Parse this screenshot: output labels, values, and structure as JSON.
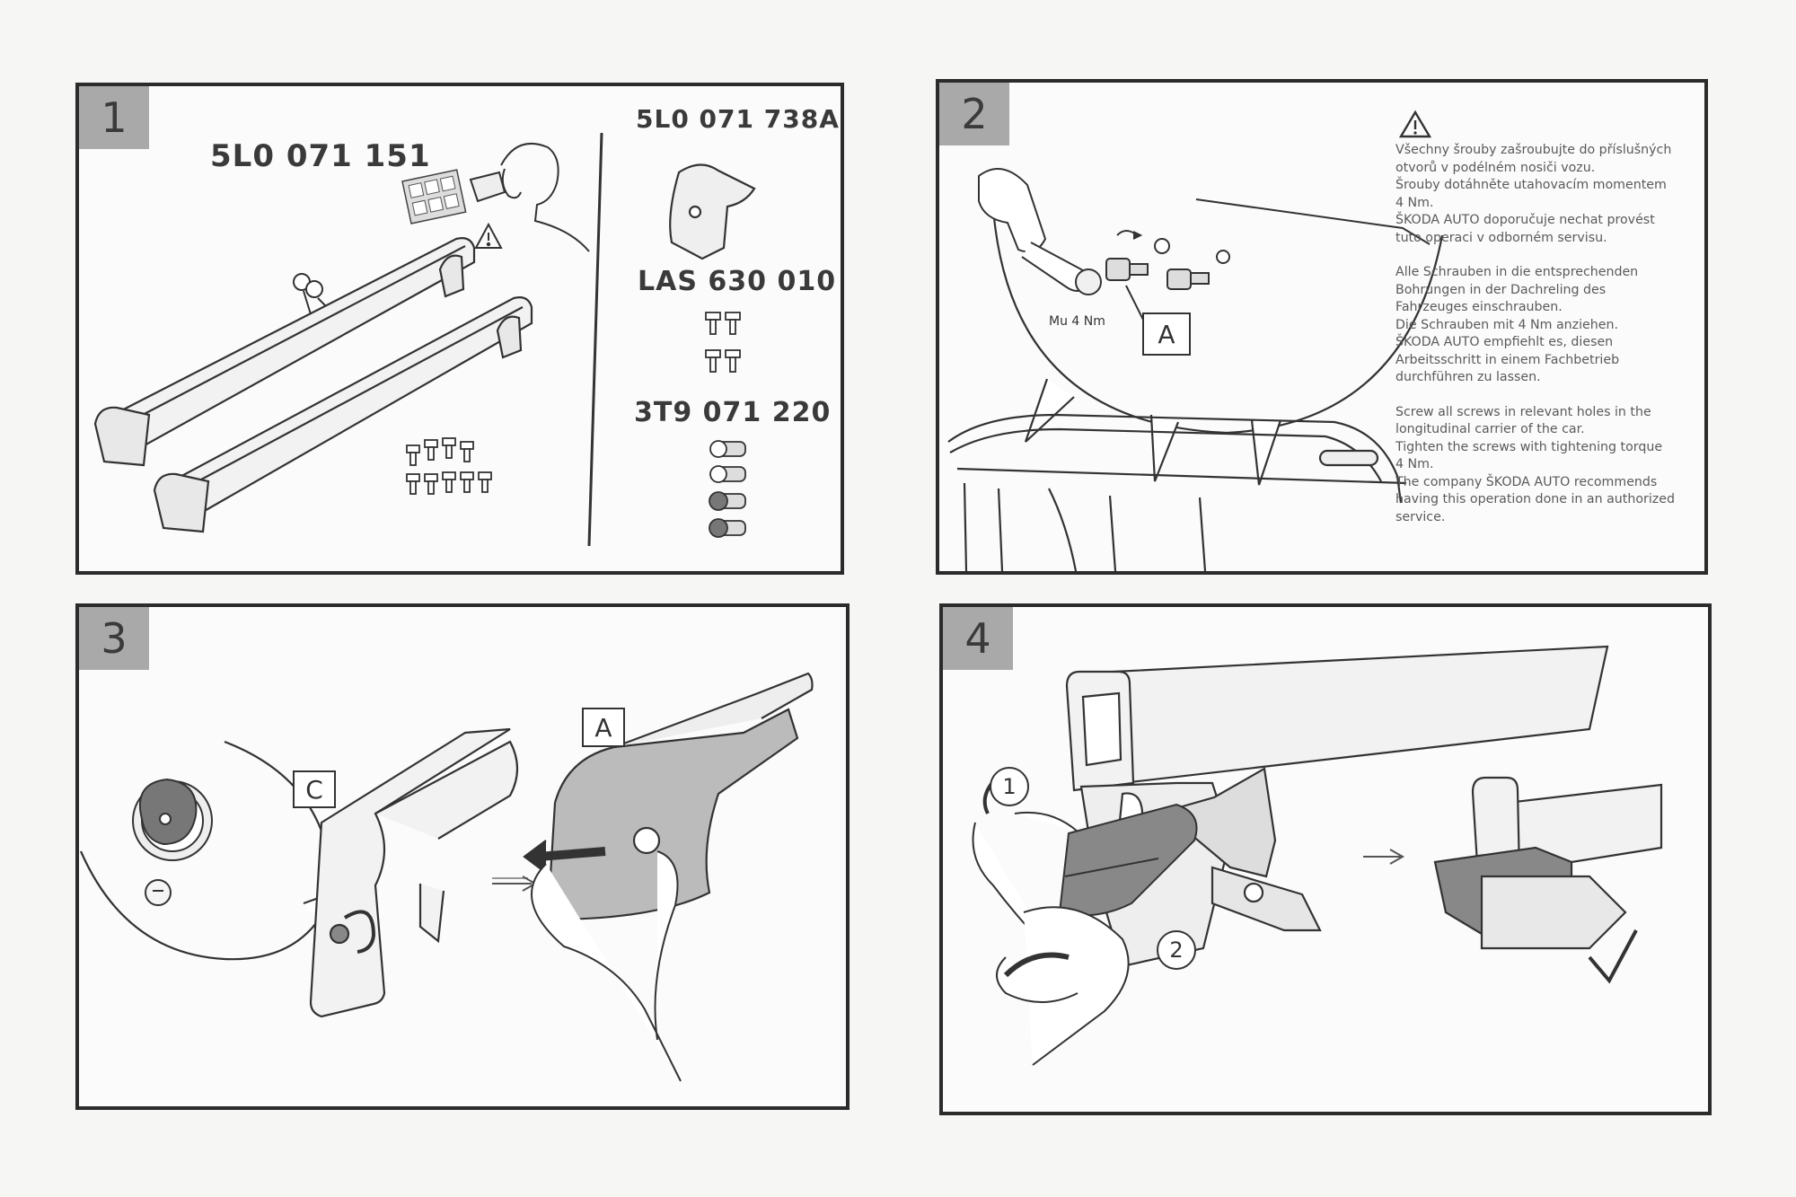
{
  "panels": [
    {
      "step": "1",
      "codes": {
        "main": "5L0 071 151",
        "end_cap": "5L0 071 738A",
        "screws": "LAS 630 010",
        "locks": "3T9 071 220"
      },
      "warning_icon": "warning-triangle-icon"
    },
    {
      "step": "2",
      "torque_label": "Mu 4 Nm",
      "part_label": "A",
      "warning_icon": "warning-triangle-icon",
      "instructions": {
        "cz": "Všechny šrouby zašroubujte do příslušných\notvorů v podélném nosiči vozu.\nŠrouby dotáhněte utahovacím momentem\n4 Nm.\nŠKODA AUTO doporučuje nechat provést\ntuto operaci v odborném servisu.",
        "de": "Alle Schrauben in die entsprechenden\nBohrungen in der Dachreling des\nFahrzeuges einschrauben.\nDie Schrauben mit 4 Nm anziehen.\nŠKODA AUTO empfiehlt es, diesen\nArbeitsschritt in einem Fachbetrieb\ndurchführen zu lassen.",
        "en": "Screw all screws in relevant holes in the\nlongitudinal carrier of the car.\nTighten the screws with tightening torque\n4 Nm.\nThe company ŠKODA AUTO recommends\nhaving this operation done in an authorized\nservice."
      }
    },
    {
      "step": "3",
      "label_c": "C",
      "label_a": "A"
    },
    {
      "step": "4",
      "callout_1": "1",
      "callout_2": "2"
    }
  ],
  "colors": {
    "background": "#f6f6f5",
    "panel_border": "#2b2b2b",
    "step_badge": "#a9a9a9",
    "line_art": "#333333"
  }
}
